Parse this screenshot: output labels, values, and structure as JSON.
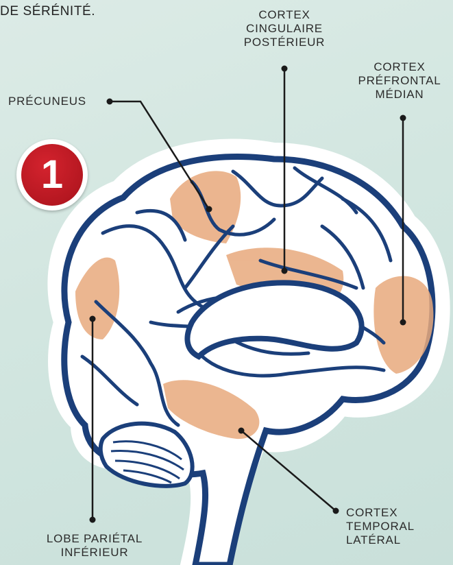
{
  "header": {
    "text": "DE SÉRÉNITÉ."
  },
  "badge": {
    "number": "1"
  },
  "labels": {
    "precuneus": [
      "PRÉCUNEUS"
    ],
    "posterior_cingulate": [
      "CORTEX",
      "CINGULAIRE",
      "POSTÉRIEUR"
    ],
    "medial_prefrontal": [
      "CORTEX",
      "PRÉFRONTAL",
      "MÉDIAN"
    ],
    "inferior_parietal": [
      "LOBE PARIÉTAL",
      "INFÉRIEUR"
    ],
    "lateral_temporal": [
      "CORTEX",
      "TEMPORAL",
      "LATÉRAL"
    ]
  },
  "colors": {
    "brain_outline": "#1b3f7a",
    "highlight": "#e8a97c",
    "leader_line": "#1a1a1a",
    "badge_red": "#c41c26"
  }
}
